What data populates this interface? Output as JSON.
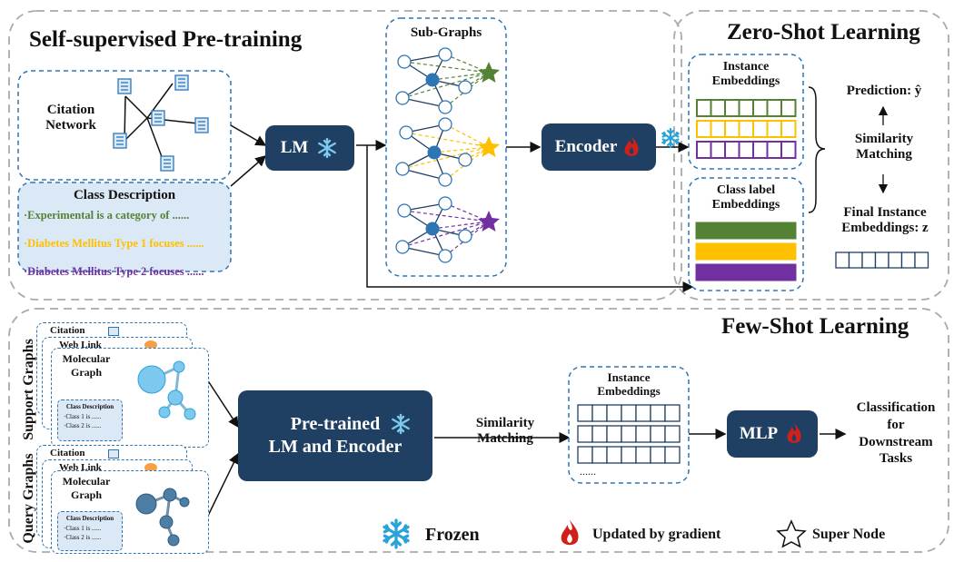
{
  "top_panel": {
    "title": "Self-supervised Pre-training",
    "citation_network_label": "Citation\nNetwork",
    "class_description": {
      "title": "Class Description",
      "lines": [
        {
          "text": "·Experimental is a category of  ......",
          "color": "#548235"
        },
        {
          "text": "·Diabetes Mellitus Type 1 focuses ......",
          "color": "#ffc000"
        },
        {
          "text": "·Diabetes Mellitus Type 2 focuses ......",
          "color": "#7030a0"
        }
      ]
    },
    "lm_label": "LM",
    "subgraphs_title": "Sub-Graphs",
    "encoder_label": "Encoder"
  },
  "zero_shot": {
    "title": "Zero-Shot Learning",
    "instance_embeddings_label": "Instance\nEmbeddings",
    "class_label_embeddings_label": "Class label\nEmbeddings",
    "prediction_label": "Prediction: ŷ",
    "similarity_label": "Similarity\nMatching",
    "final_label": "Final Instance\nEmbeddings: z",
    "colors": [
      "#548235",
      "#ffc000",
      "#7030a0"
    ]
  },
  "few_shot": {
    "title": "Few-Shot Learning",
    "support_label": "Support Graphs",
    "query_label": "Query Graphs",
    "card_back_labels": [
      "Citation",
      "Web Link"
    ],
    "card_front_title": "Molecular\nGraph",
    "card_class_desc_title": "Class Description",
    "card_class_lines": [
      "·Class 1 is ......",
      "·Class 2 is ......"
    ],
    "pretrained_label": "Pre-trained\nLM and Encoder",
    "similarity_label": "Similarity\nMatching",
    "instance_embeddings_label": "Instance\nEmbeddings",
    "ellipsis": "......",
    "mlp_label": "MLP",
    "classification_label": "Classification\nfor\nDownstream\nTasks"
  },
  "legend": {
    "frozen": "Frozen",
    "updated": "Updated by gradient",
    "super_node": "Super Node"
  }
}
